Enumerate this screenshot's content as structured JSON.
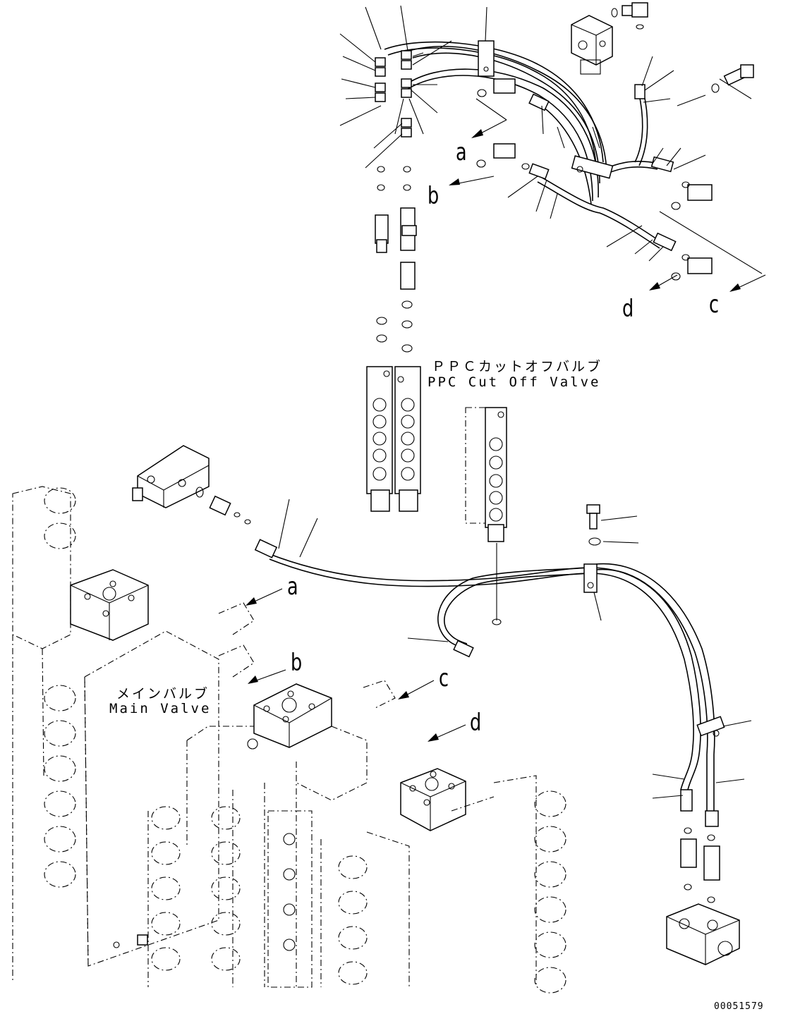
{
  "labels": {
    "callout_a_top": "a",
    "callout_b_top": "b",
    "callout_c_top": "c",
    "callout_d_top": "d",
    "callout_a_bottom": "a",
    "callout_b_bottom": "b",
    "callout_c_bottom": "c",
    "callout_d_bottom": "d"
  },
  "ppc_valve": {
    "jp": "ＰＰＣカットオフバルブ",
    "en": "PPC Cut Off Valve"
  },
  "main_valve": {
    "jp": "メインバルブ",
    "en": "Main Valve"
  },
  "figure_number": "00051579"
}
